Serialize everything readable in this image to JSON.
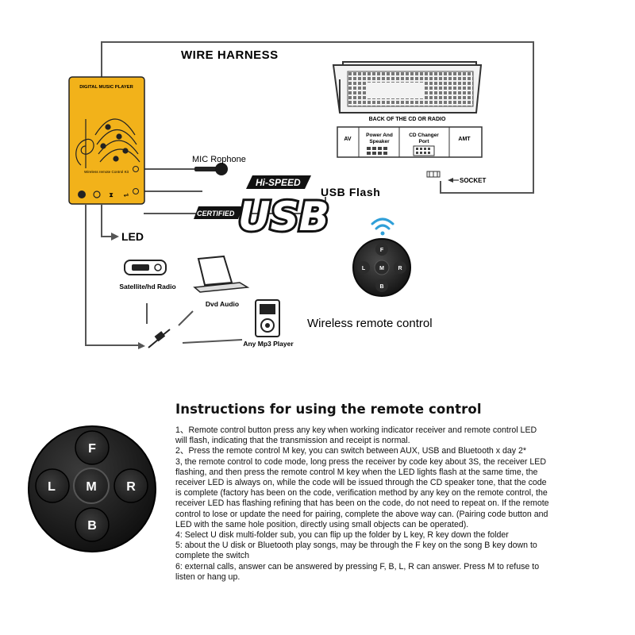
{
  "diagram": {
    "wire_harness_label": "WIRE HARNESS",
    "player": {
      "title": "DIGITAL MUSIC PLAYER",
      "subtitle": "Wireless remote Control Kit",
      "color": "#f2b21a"
    },
    "back_of_radio_label": "BACK OF THE CD OR RADIO",
    "ports": {
      "av": "AV",
      "power_line1": "Power And",
      "power_line2": "Speaker",
      "cd_line1": "CD Changer",
      "cd_line2": "Port",
      "amt": "AMT"
    },
    "socket_label": "SOCKET",
    "mic_label": "MIC Rophone",
    "usb_logo": {
      "hi_speed": "Hi-SPEED",
      "certified": "CERTIFIED",
      "usb": "USB"
    },
    "usb_flash_label": "USB Flash",
    "led_label": "LED",
    "satellite_label": "Satellite/hd Radio",
    "dvd_label": "Dvd Audio",
    "mp3_label": "Any Mp3 Player",
    "wireless_label": "Wireless remote control",
    "remote_keys": {
      "f": "F",
      "b": "B",
      "l": "L",
      "r": "R",
      "m": "M"
    }
  },
  "instructions": {
    "title": "Instructions for using the remote control",
    "lines": [
      "1、Remote control button press any key when working indicator receiver and remote control LED",
      "will flash, indicating that the transmission and receipt is normal.",
      "2、Press the remote control M key, you can switch between AUX, USB and Bluetooth x day 2*",
      "3, the remote control to code mode, long press the receiver by code key about 3S, the receiver LED",
      "flashing, and then press the remote control M key when the LED lights flash at the same time, the",
      "receiver LED is always on, while the code will be issued through the CD speaker tone, that the code",
      "is complete (factory has been on the code, verification method by any key on the remote control, the",
      "receiver LED has flashing refining that has been on the code, do not need to repeat on. If the remote",
      "control to lose or update the need for pairing, complete the above way can. (Pairing code button and",
      "LED with the same hole position, directly using small objects can be operated).",
      "4: Select U disk multi-folder sub, you can flip up the folder by L key, R key down the folder",
      "5: about the U disk or Bluetooth play songs, may be through the F key on the song B key down to",
      "complete the switch",
      "6: external calls, answer can be answered by pressing F, B, L, R can answer. Press M to refuse to",
      "listen or hang up."
    ]
  }
}
